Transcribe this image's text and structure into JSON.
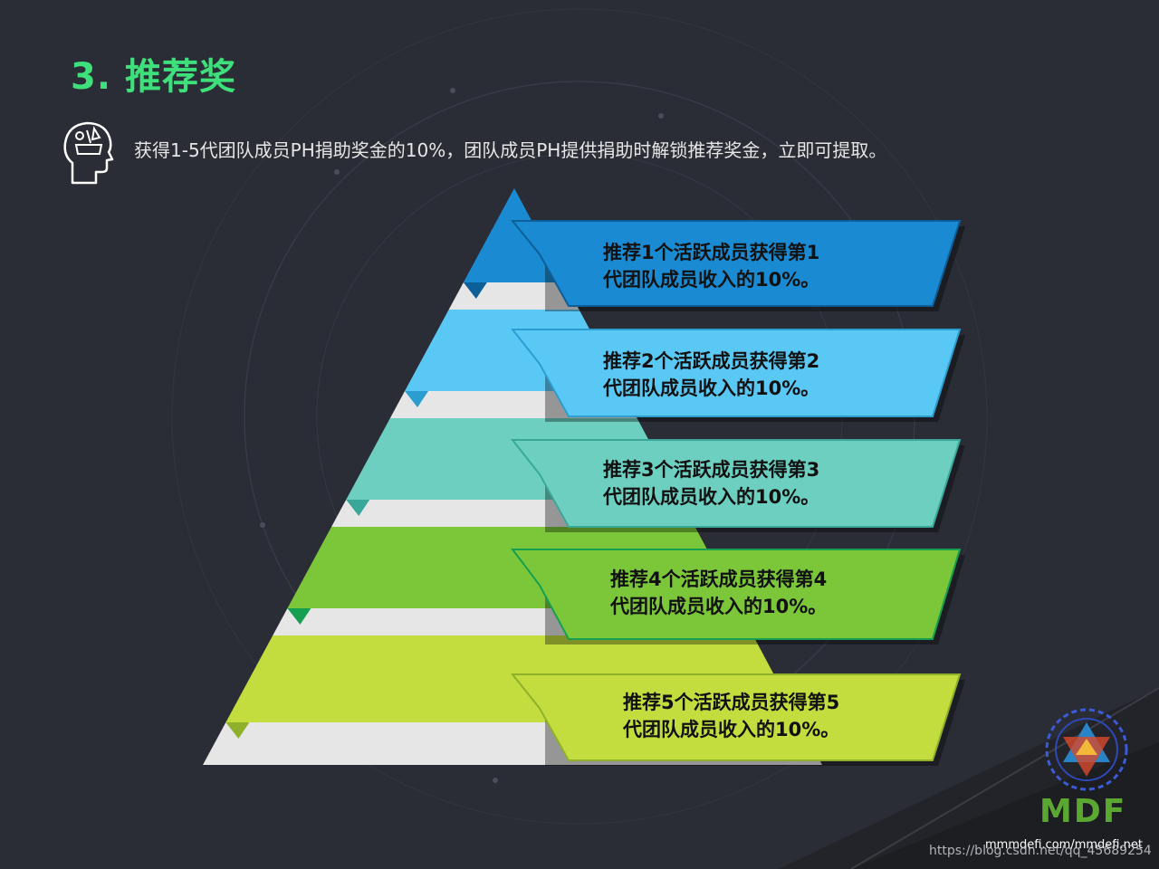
{
  "title": "3. 推荐奖",
  "description": "获得1-5代团队成员PH捐助奖金的10%，团队成员PH提供捐助时解锁推荐奖金，立即可提取。",
  "levels": [
    {
      "line1": "推荐1个活跃成员获得第1",
      "line2": "代团队成员收入的10%。",
      "color": "#1a8bd2",
      "dark": "#0d5f99"
    },
    {
      "line1": "推荐2个活跃成员获得第2",
      "line2": "代团队成员收入的10%。",
      "color": "#5ac8f5",
      "dark": "#2b9dd0"
    },
    {
      "line1": "推荐3个活跃成员获得第3",
      "line2": "代团队成员收入的10%。",
      "color": "#6ccfc0",
      "dark": "#3aa898"
    },
    {
      "line1": "推荐4个活跃成员获得第4",
      "line2": "代团队成员收入的10%。",
      "color": "#7cc63a",
      "dark": "#14a050"
    },
    {
      "line1": "推荐5个活跃成员获得第5",
      "line2": "代团队成员收入的10%。",
      "color": "#c3dd3e",
      "dark": "#8fb02a"
    }
  ],
  "logo": {
    "text": "MDF",
    "site": "mmmdefi.com/mmdefi.net"
  },
  "watermark": "https://blog.csdn.net/qq_45689254",
  "colors": {
    "background": "#2b2d36",
    "title": "#3de07a",
    "light_band": "#e6e6e6"
  },
  "icons": [
    "head-idea-icon",
    "mdf-logo-icon"
  ]
}
